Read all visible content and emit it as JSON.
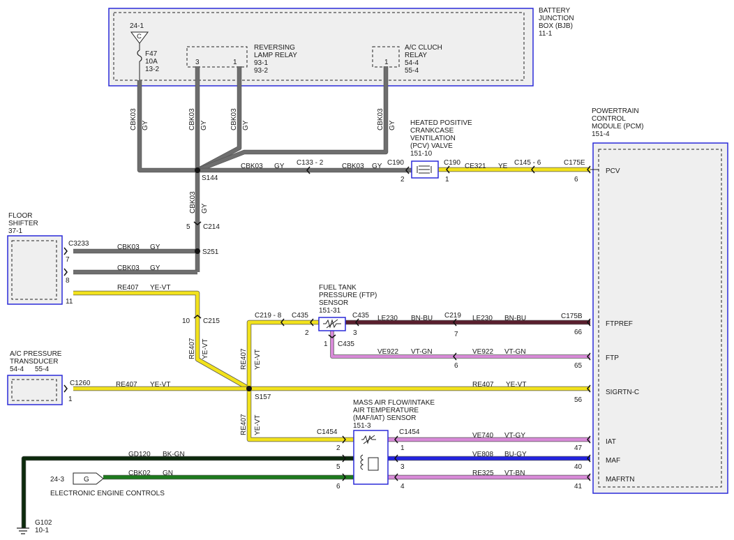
{
  "components": {
    "bjb": {
      "name": [
        "BATTERY",
        "JUNCTION",
        "BOX (BJB)"
      ],
      "ref": "11-1"
    },
    "fuse": {
      "ref_top": "24-1",
      "letter": "C",
      "name": "F47",
      "rating": "10A",
      "ref": "13-2"
    },
    "rev_relay": {
      "name": [
        "REVERSING",
        "LAMP RELAY"
      ],
      "refs": [
        "93-1",
        "93-2"
      ],
      "pins": [
        "3",
        "1"
      ]
    },
    "ac_relay": {
      "name": [
        "A/C CLUCH",
        "RELAY"
      ],
      "refs": [
        "54-4",
        "55-4"
      ],
      "pin": "1"
    },
    "pcv_valve": {
      "name": [
        "HEATED POSITIVE",
        "CRANKCASE",
        "VENTILATION",
        "(PCV) VALVE"
      ],
      "ref": "151-10"
    },
    "pcm": {
      "name": [
        "POWERTRAIN",
        "CONTROL",
        "MODULE (PCM)"
      ],
      "ref": "151-4",
      "pins": [
        {
          "label": "PCV",
          "pin": "6",
          "conn": "C175E"
        },
        {
          "label": "FTPREF",
          "pin": "66",
          "conn": "C175B"
        },
        {
          "label": "FTP",
          "pin": "65"
        },
        {
          "label": "SIGRTN-C",
          "pin": "56"
        },
        {
          "label": "IAT",
          "pin": "47"
        },
        {
          "label": "MAF",
          "pin": "40"
        },
        {
          "label": "MAFRTN",
          "pin": "41"
        }
      ]
    },
    "floor_shifter": {
      "name": [
        "FLOOR",
        "SHIFTER"
      ],
      "ref": "37-1",
      "conn": "C3233",
      "pins": [
        "7",
        "8",
        "11"
      ]
    },
    "ac_transducer": {
      "name": [
        "A/C PRESSURE",
        "TRANSDUCER"
      ],
      "refs": [
        "54-4",
        "55-4"
      ],
      "conn": "C1260",
      "pin": "1"
    },
    "ftp_sensor": {
      "name": [
        "FUEL TANK",
        "PRESSURE (FTP)",
        "SENSOR"
      ],
      "ref": "151-31",
      "conn": "C435",
      "pins": [
        "2",
        "3",
        "1"
      ]
    },
    "maf_sensor": {
      "name": [
        "MASS AIR FLOW/INTAKE",
        "AIR TEMPERATURE",
        "(MAF/IAT) SENSOR"
      ],
      "ref": "151-3",
      "conn_left": "C1454",
      "conn_right": "C1454",
      "pins_left": [
        "2",
        "5",
        "6"
      ],
      "pins_right": [
        "1",
        "3",
        "4"
      ]
    },
    "eec_ref": {
      "ref": "24-3",
      "letter": "G",
      "label": "ELECTRONIC ENGINE CONTROLS"
    },
    "ground": {
      "name": "G102",
      "ref": "10-1"
    }
  },
  "splices": [
    "S144",
    "S251",
    "S157"
  ],
  "connectors": [
    "C133 - 2",
    "C190",
    "C145 - 6",
    "C214",
    "C215",
    "C219 - 8",
    "C219",
    "C435"
  ],
  "connector_pins": [
    "2",
    "1",
    "5",
    "10",
    "2",
    "7",
    "6",
    "1"
  ],
  "circuits": [
    {
      "code": "CBK03",
      "color": "GY"
    },
    {
      "code": "CE321",
      "color": "YE"
    },
    {
      "code": "RE407",
      "color": "YE-VT"
    },
    {
      "code": "LE230",
      "color": "BN-BU"
    },
    {
      "code": "VE922",
      "color": "VT-GN"
    },
    {
      "code": "VE740",
      "color": "VT-GY"
    },
    {
      "code": "VE808",
      "color": "BU-GY"
    },
    {
      "code": "RE325",
      "color": "VT-BN"
    },
    {
      "code": "GD120",
      "color": "BK-GN"
    },
    {
      "code": "CBK02",
      "color": "GN"
    }
  ],
  "wire_colors": {
    "gray": "#6e6e6e",
    "yellow": "#f2e21c",
    "brown": "#5a1f2e",
    "violet": "#d88ad8",
    "blue": "#2323e0",
    "green": "#1d7a1d",
    "black_green": "#0c2a0c",
    "frame": "#2a2ad8"
  }
}
